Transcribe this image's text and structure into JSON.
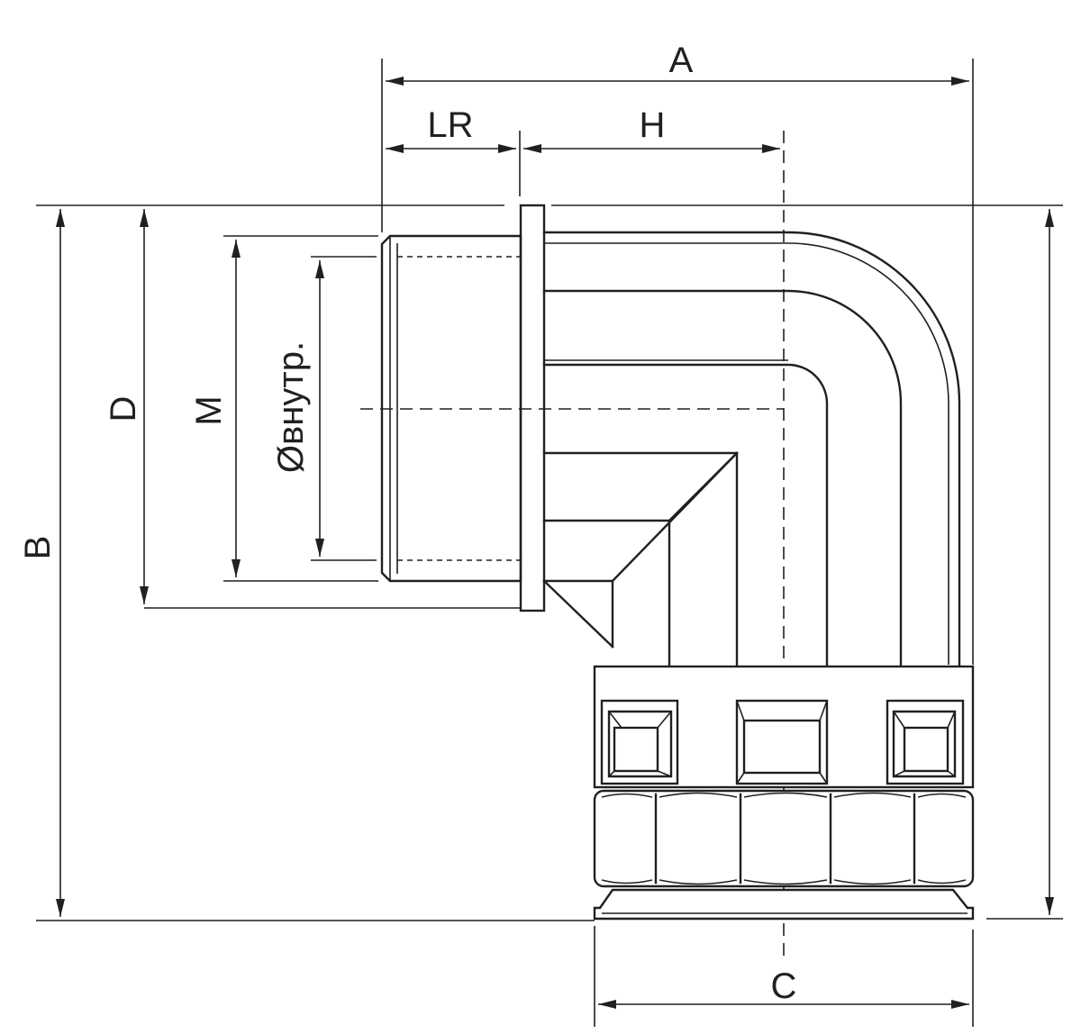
{
  "labels": {
    "A": "A",
    "LR": "LR",
    "H": "H",
    "B": "B",
    "D": "D",
    "M": "M",
    "inner_diameter": "Øвнутр.",
    "C": "C"
  },
  "colors": {
    "line": "#231f20",
    "background": "#ffffff"
  }
}
